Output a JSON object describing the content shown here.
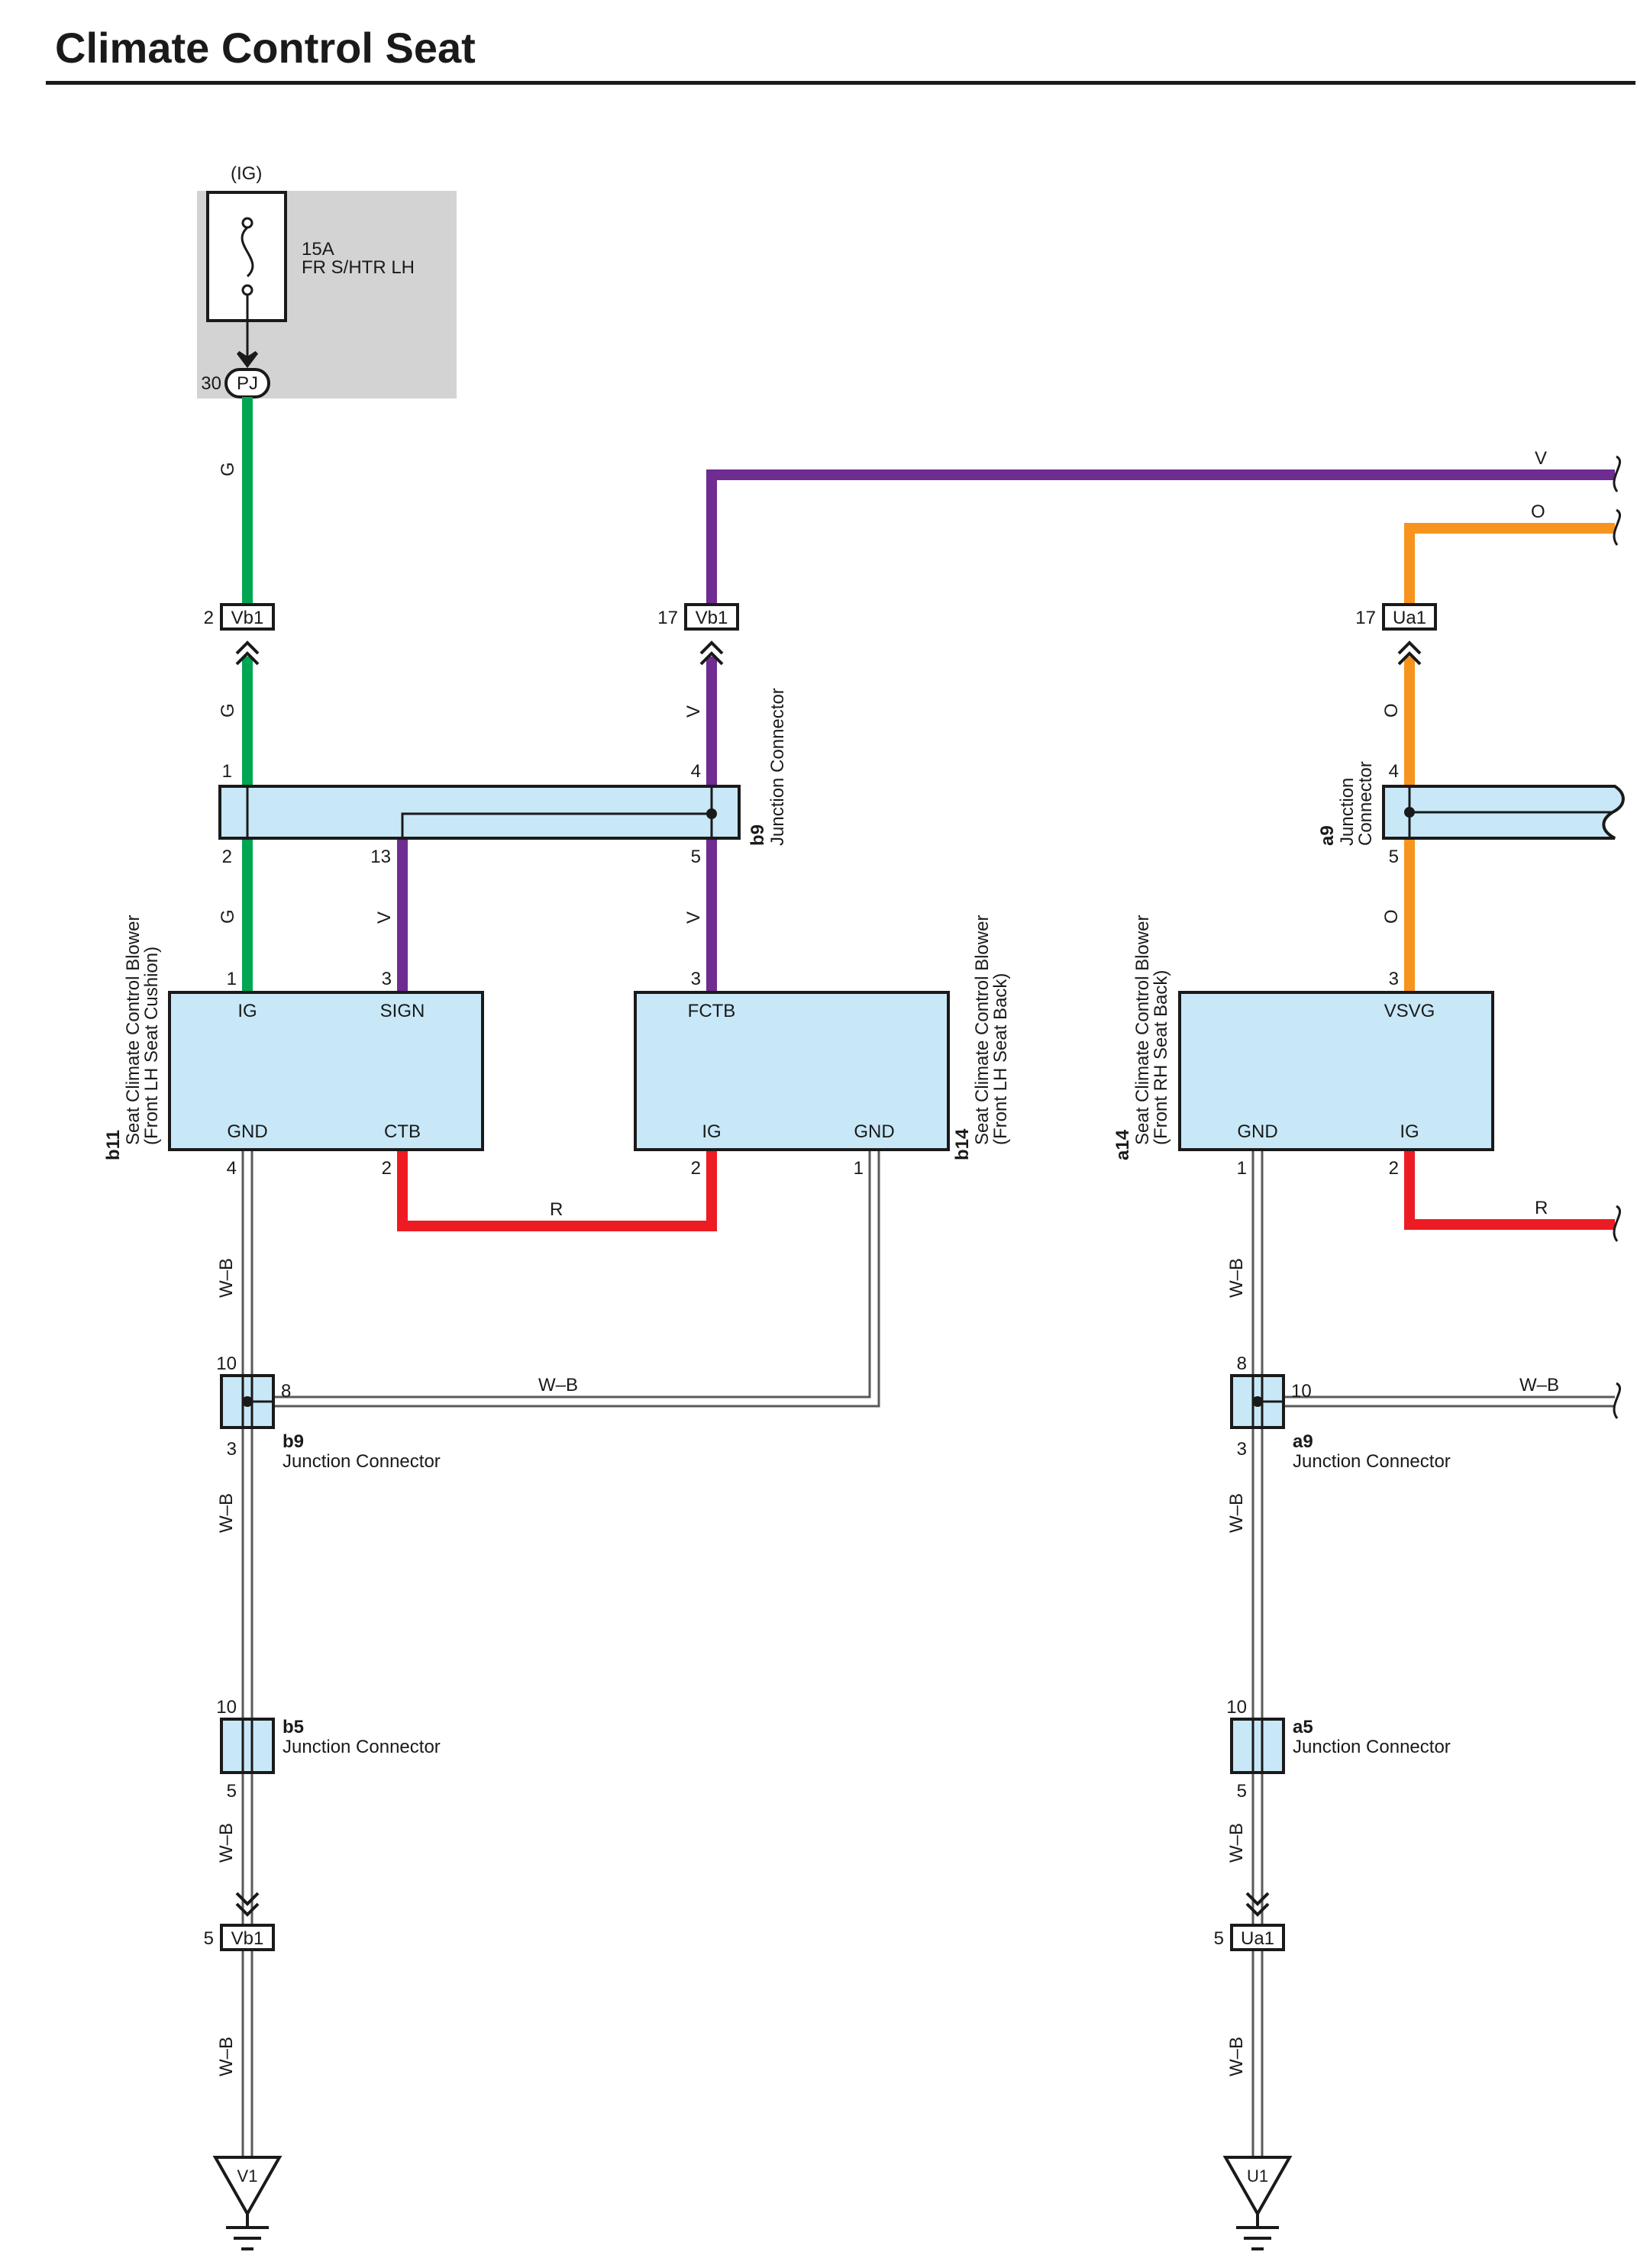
{
  "title": "Climate Control Seat",
  "colors": {
    "G": "#00a651",
    "V": "#6f2c91",
    "O": "#f7941d",
    "R": "#ed1c24",
    "W-B": "#5a5a5a",
    "component_fill": "#c8e8f8",
    "fuse_box_fill": "#d3d3d3"
  },
  "fuse": {
    "supply": "(IG)",
    "rating": "15A",
    "name": "FR S/HTR LH",
    "connector": "PJ",
    "pin": "30"
  },
  "connectors": {
    "vb1_2": {
      "id": "Vb1",
      "pin": "2"
    },
    "vb1_17": {
      "id": "Vb1",
      "pin": "17"
    },
    "ua1_17": {
      "id": "Ua1",
      "pin": "17"
    },
    "vb1_5": {
      "id": "Vb1",
      "pin": "5"
    },
    "ua1_5": {
      "id": "Ua1",
      "pin": "5"
    }
  },
  "junctions": {
    "b9_upper": {
      "code": "b9",
      "name": "Junction Connector",
      "pins": [
        "1",
        "2",
        "4",
        "5",
        "13"
      ]
    },
    "a9_upper": {
      "code": "a9",
      "name_line1": "Junction",
      "name_line2": "Connector",
      "pins": [
        "4",
        "5"
      ]
    },
    "b9_lower": {
      "code": "b9",
      "name": "Junction Connector",
      "pins": [
        "10",
        "8",
        "3"
      ]
    },
    "a9_lower": {
      "code": "a9",
      "name": "Junction Connector",
      "pins": [
        "8",
        "10",
        "3"
      ]
    },
    "b5": {
      "code": "b5",
      "name": "Junction Connector",
      "pins": [
        "10",
        "5"
      ]
    },
    "a5": {
      "code": "a5",
      "name": "Junction Connector",
      "pins": [
        "10",
        "5"
      ]
    }
  },
  "components": {
    "b11": {
      "code": "b11",
      "name_line1": "Seat Climate Control Blower",
      "name_line2": "(Front LH Seat Cushion)",
      "terminals": [
        {
          "label": "IG",
          "pin": "1"
        },
        {
          "label": "SIGN",
          "pin": "3"
        },
        {
          "label": "GND",
          "pin": "4"
        },
        {
          "label": "CTB",
          "pin": "2"
        }
      ]
    },
    "b14": {
      "code": "b14",
      "name_line1": "Seat Climate Control Blower",
      "name_line2": "(Front LH Seat Back)",
      "terminals": [
        {
          "label": "FCTB",
          "pin": "3"
        },
        {
          "label": "IG",
          "pin": "2"
        },
        {
          "label": "GND",
          "pin": "1"
        }
      ]
    },
    "a14": {
      "code": "a14",
      "name_line1": "Seat Climate Control Blower",
      "name_line2": "(Front RH Seat Back)",
      "terminals": [
        {
          "label": "VSVG",
          "pin": "3"
        },
        {
          "label": "GND",
          "pin": "1"
        },
        {
          "label": "IG",
          "pin": "2"
        }
      ]
    }
  },
  "wire_labels": {
    "G": "G",
    "V": "V",
    "O": "O",
    "R": "R",
    "WB": "W–B"
  },
  "grounds": {
    "left": "V1",
    "right": "U1"
  }
}
